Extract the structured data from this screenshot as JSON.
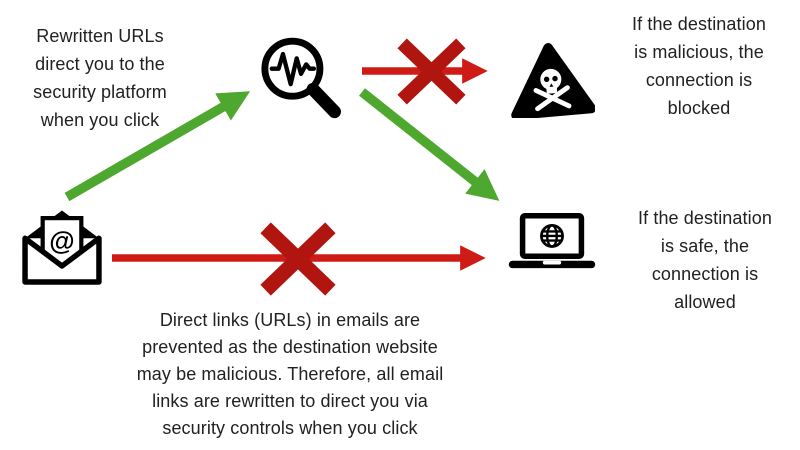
{
  "colors": {
    "background": "#ffffff",
    "text": "#212121",
    "icon": "#000000",
    "allowed_arrow": "#4EA72E",
    "blocked_arrow": "#CF1B15",
    "blocked_cross": "#B01510"
  },
  "labels": {
    "rewritten_urls": "Rewritten URLs\ndirect you to the\nsecurity platform\nwhen you click",
    "malicious_outcome": "If the destination\nis malicious, the\nconnection is\nblocked",
    "safe_outcome": "If the destination\nis safe, the\nconnection is\nallowed",
    "direct_links_explanation": "Direct links (URLs) in emails are\nprevented as the destination website\nmay be malicious.  Therefore, all email\nlinks are rewritten to direct you via\nsecurity controls when you click"
  },
  "nodes": {
    "email": {
      "icon": "open-envelope-with-at-symbol",
      "at_symbol": "@"
    },
    "scanner": {
      "icon": "magnifying-glass-with-pulse-waveform"
    },
    "malicious_destination": {
      "icon": "skull-and-crossbones-warning-triangle"
    },
    "safe_destination": {
      "icon": "laptop-with-globe"
    }
  }
}
